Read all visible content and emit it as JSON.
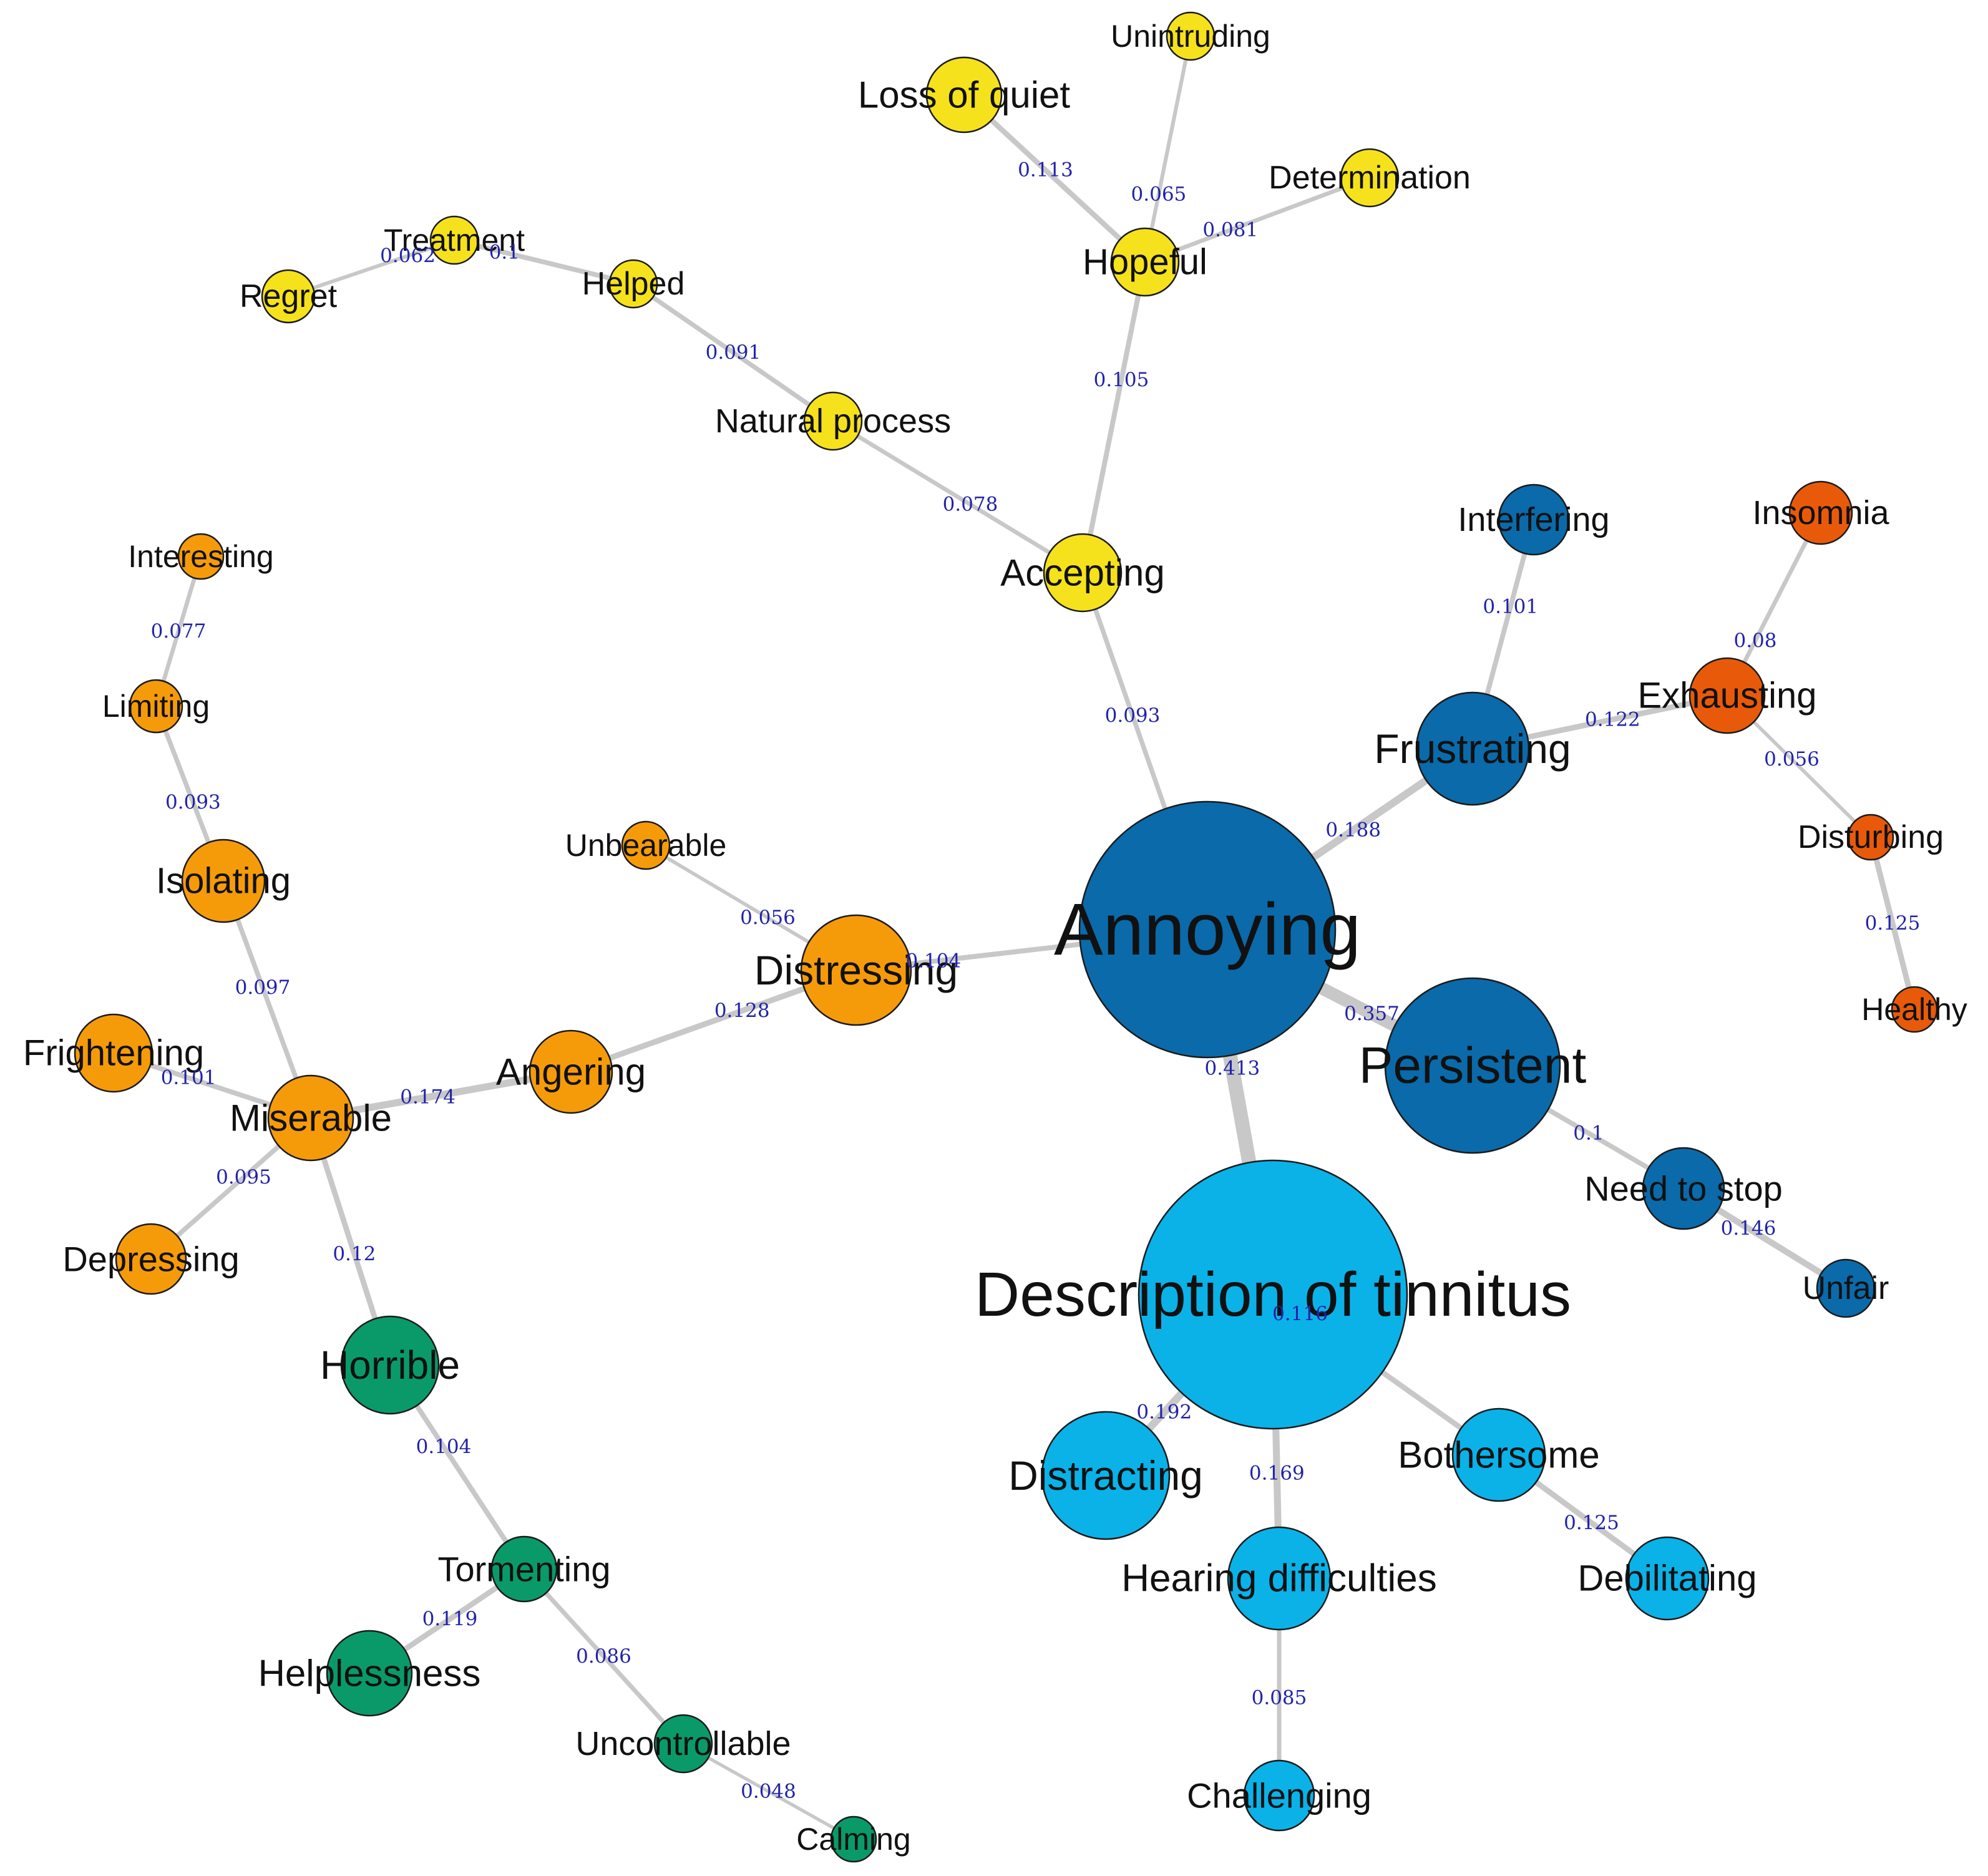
{
  "colors": {
    "yellow": "#f5e21c",
    "orange": "#f59b0a",
    "red_orange": "#e85a0a",
    "dark_blue": "#0a6aaa",
    "light_blue": "#0ab2e8",
    "green": "#0a9a6a",
    "edge": "#c8c8c8",
    "weight_text": "#2222aa"
  },
  "nodes": [
    {
      "id": "annoying",
      "label": "Annoying",
      "color": "dark_blue"
    },
    {
      "id": "description",
      "label": "Description of tinnitus",
      "color": "light_blue"
    },
    {
      "id": "persistent",
      "label": "Persistent",
      "color": "dark_blue"
    },
    {
      "id": "frustrating",
      "label": "Frustrating",
      "color": "dark_blue"
    },
    {
      "id": "interfering",
      "label": "Interfering",
      "color": "dark_blue"
    },
    {
      "id": "need_to_stop",
      "label": "Need to stop",
      "color": "dark_blue"
    },
    {
      "id": "unfair",
      "label": "Unfair",
      "color": "dark_blue"
    },
    {
      "id": "insomnia",
      "label": "Insomnia",
      "color": "red_orange"
    },
    {
      "id": "exhausting",
      "label": "Exhausting",
      "color": "red_orange"
    },
    {
      "id": "disturbing",
      "label": "Disturbing",
      "color": "red_orange"
    },
    {
      "id": "healthy",
      "label": "Healthy",
      "color": "red_orange"
    },
    {
      "id": "accepting",
      "label": "Accepting",
      "color": "yellow"
    },
    {
      "id": "hopeful",
      "label": "Hopeful",
      "color": "yellow"
    },
    {
      "id": "loss_of_quiet",
      "label": "Loss of quiet",
      "color": "yellow"
    },
    {
      "id": "unintruding",
      "label": "Unintruding",
      "color": "yellow"
    },
    {
      "id": "determination",
      "label": "Determination",
      "color": "yellow"
    },
    {
      "id": "natural_process",
      "label": "Natural process",
      "color": "yellow"
    },
    {
      "id": "helped",
      "label": "Helped",
      "color": "yellow"
    },
    {
      "id": "treatment",
      "label": "Treatment",
      "color": "yellow"
    },
    {
      "id": "regret",
      "label": "Regret",
      "color": "yellow"
    },
    {
      "id": "distressing",
      "label": "Distressing",
      "color": "orange"
    },
    {
      "id": "unbearable",
      "label": "Unbearable",
      "color": "orange"
    },
    {
      "id": "angering",
      "label": "Angering",
      "color": "orange"
    },
    {
      "id": "miserable",
      "label": "Miserable",
      "color": "orange"
    },
    {
      "id": "frightening",
      "label": "Frightening",
      "color": "orange"
    },
    {
      "id": "depressing",
      "label": "Depressing",
      "color": "orange"
    },
    {
      "id": "isolating",
      "label": "Isolating",
      "color": "orange"
    },
    {
      "id": "limiting",
      "label": "Limiting",
      "color": "orange"
    },
    {
      "id": "interesting",
      "label": "Interesting",
      "color": "orange"
    },
    {
      "id": "horrible",
      "label": "Horrible",
      "color": "green"
    },
    {
      "id": "tormenting",
      "label": "Tormenting",
      "color": "green"
    },
    {
      "id": "helplessness",
      "label": "Helplessness",
      "color": "green"
    },
    {
      "id": "uncontrollable",
      "label": "Uncontrollable",
      "color": "green"
    },
    {
      "id": "calming",
      "label": "Calming",
      "color": "green"
    },
    {
      "id": "distracting",
      "label": "Distracting",
      "color": "light_blue"
    },
    {
      "id": "hearing_difficulties",
      "label": "Hearing difficulties",
      "color": "light_blue"
    },
    {
      "id": "bothersome",
      "label": "Bothersome",
      "color": "light_blue"
    },
    {
      "id": "debilitating",
      "label": "Debilitating",
      "color": "light_blue"
    },
    {
      "id": "challenging",
      "label": "Challenging",
      "color": "light_blue"
    }
  ],
  "edges": [
    {
      "source": "annoying",
      "target": "description",
      "weight": "0.413"
    },
    {
      "source": "annoying",
      "target": "persistent",
      "weight": "0.357"
    },
    {
      "source": "annoying",
      "target": "frustrating",
      "weight": "0.188"
    },
    {
      "source": "annoying",
      "target": "distressing",
      "weight": "0.104"
    },
    {
      "source": "annoying",
      "target": "accepting",
      "weight": "0.093"
    },
    {
      "source": "frustrating",
      "target": "interfering",
      "weight": "0.101"
    },
    {
      "source": "frustrating",
      "target": "exhausting",
      "weight": "0.122"
    },
    {
      "source": "exhausting",
      "target": "insomnia",
      "weight": "0.08"
    },
    {
      "source": "exhausting",
      "target": "disturbing",
      "weight": "0.056"
    },
    {
      "source": "disturbing",
      "target": "healthy",
      "weight": "0.125"
    },
    {
      "source": "persistent",
      "target": "need_to_stop",
      "weight": "0.1"
    },
    {
      "source": "need_to_stop",
      "target": "unfair",
      "weight": "0.146"
    },
    {
      "source": "accepting",
      "target": "hopeful",
      "weight": "0.105"
    },
    {
      "source": "accepting",
      "target": "natural_process",
      "weight": "0.078"
    },
    {
      "source": "hopeful",
      "target": "loss_of_quiet",
      "weight": "0.113"
    },
    {
      "source": "hopeful",
      "target": "unintruding",
      "weight": "0.065"
    },
    {
      "source": "hopeful",
      "target": "determination",
      "weight": "0.081"
    },
    {
      "source": "natural_process",
      "target": "helped",
      "weight": "0.091"
    },
    {
      "source": "helped",
      "target": "treatment",
      "weight": "0.1"
    },
    {
      "source": "treatment",
      "target": "regret",
      "weight": "0.062"
    },
    {
      "source": "distressing",
      "target": "unbearable",
      "weight": "0.056"
    },
    {
      "source": "distressing",
      "target": "angering",
      "weight": "0.128"
    },
    {
      "source": "angering",
      "target": "miserable",
      "weight": "0.174"
    },
    {
      "source": "miserable",
      "target": "frightening",
      "weight": "0.101"
    },
    {
      "source": "miserable",
      "target": "depressing",
      "weight": "0.095"
    },
    {
      "source": "miserable",
      "target": "isolating",
      "weight": "0.097"
    },
    {
      "source": "isolating",
      "target": "limiting",
      "weight": "0.093"
    },
    {
      "source": "limiting",
      "target": "interesting",
      "weight": "0.077"
    },
    {
      "source": "miserable",
      "target": "horrible",
      "weight": "0.12"
    },
    {
      "source": "horrible",
      "target": "tormenting",
      "weight": "0.104"
    },
    {
      "source": "tormenting",
      "target": "helplessness",
      "weight": "0.119"
    },
    {
      "source": "tormenting",
      "target": "uncontrollable",
      "weight": "0.086"
    },
    {
      "source": "uncontrollable",
      "target": "calming",
      "weight": "0.048"
    },
    {
      "source": "description",
      "target": "distracting",
      "weight": "0.192"
    },
    {
      "source": "description",
      "target": "hearing_difficulties",
      "weight": "0.169"
    },
    {
      "source": "description",
      "target": "bothersome",
      "weight": "0.116"
    },
    {
      "source": "bothersome",
      "target": "debilitating",
      "weight": "0.125"
    },
    {
      "source": "hearing_difficulties",
      "target": "challenging",
      "weight": "0.085"
    }
  ]
}
